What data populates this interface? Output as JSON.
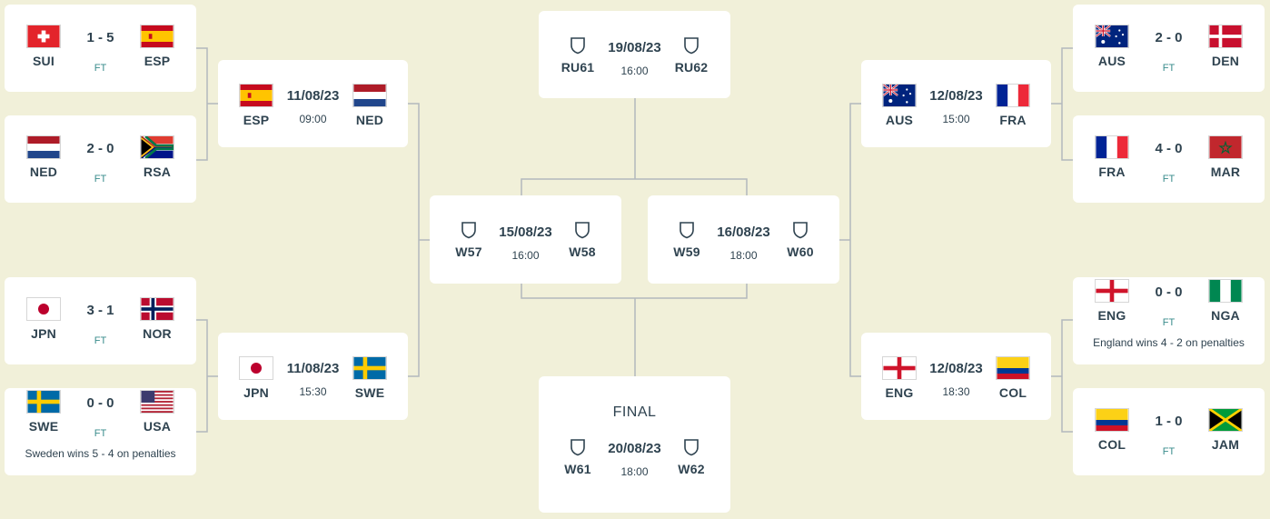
{
  "r16": {
    "sui_esp": {
      "home": "SUI",
      "away": "ESP",
      "score": "1 - 5",
      "status": "FT"
    },
    "ned_rsa": {
      "home": "NED",
      "away": "RSA",
      "score": "2 - 0",
      "status": "FT"
    },
    "jpn_nor": {
      "home": "JPN",
      "away": "NOR",
      "score": "3 - 1",
      "status": "FT"
    },
    "swe_usa": {
      "home": "SWE",
      "away": "USA",
      "score": "0 - 0",
      "status": "FT",
      "note": "Sweden wins 5 - 4  on penalties"
    },
    "aus_den": {
      "home": "AUS",
      "away": "DEN",
      "score": "2 - 0",
      "status": "FT"
    },
    "fra_mar": {
      "home": "FRA",
      "away": "MAR",
      "score": "4 - 0",
      "status": "FT"
    },
    "eng_nga": {
      "home": "ENG",
      "away": "NGA",
      "score": "0 - 0",
      "status": "FT",
      "note": "England wins 4 - 2  on penalties"
    },
    "col_jam": {
      "home": "COL",
      "away": "JAM",
      "score": "1 - 0",
      "status": "FT"
    }
  },
  "qf": {
    "esp_ned": {
      "home": "ESP",
      "away": "NED",
      "date": "11/08/23",
      "time": "09:00"
    },
    "jpn_swe": {
      "home": "JPN",
      "away": "SWE",
      "date": "11/08/23",
      "time": "15:30"
    },
    "aus_fra": {
      "home": "AUS",
      "away": "FRA",
      "date": "12/08/23",
      "time": "15:00"
    },
    "eng_col": {
      "home": "ENG",
      "away": "COL",
      "date": "12/08/23",
      "time": "18:30"
    }
  },
  "sf": {
    "w57_w58": {
      "home": "W57",
      "away": "W58",
      "date": "15/08/23",
      "time": "16:00"
    },
    "w59_w60": {
      "home": "W59",
      "away": "W60",
      "date": "16/08/23",
      "time": "18:00"
    }
  },
  "third": {
    "home": "RU61",
    "away": "RU62",
    "date": "19/08/23",
    "time": "16:00"
  },
  "final": {
    "title": "FINAL",
    "home": "W61",
    "away": "W62",
    "date": "20/08/23",
    "time": "18:00"
  },
  "icons": {
    "placeholder": "shield-icon"
  },
  "colors": {
    "background": "#f1f0d9",
    "card": "#ffffff",
    "text": "#2f4350",
    "status": "#3a8c8c",
    "connector": "#b3b8bd"
  }
}
